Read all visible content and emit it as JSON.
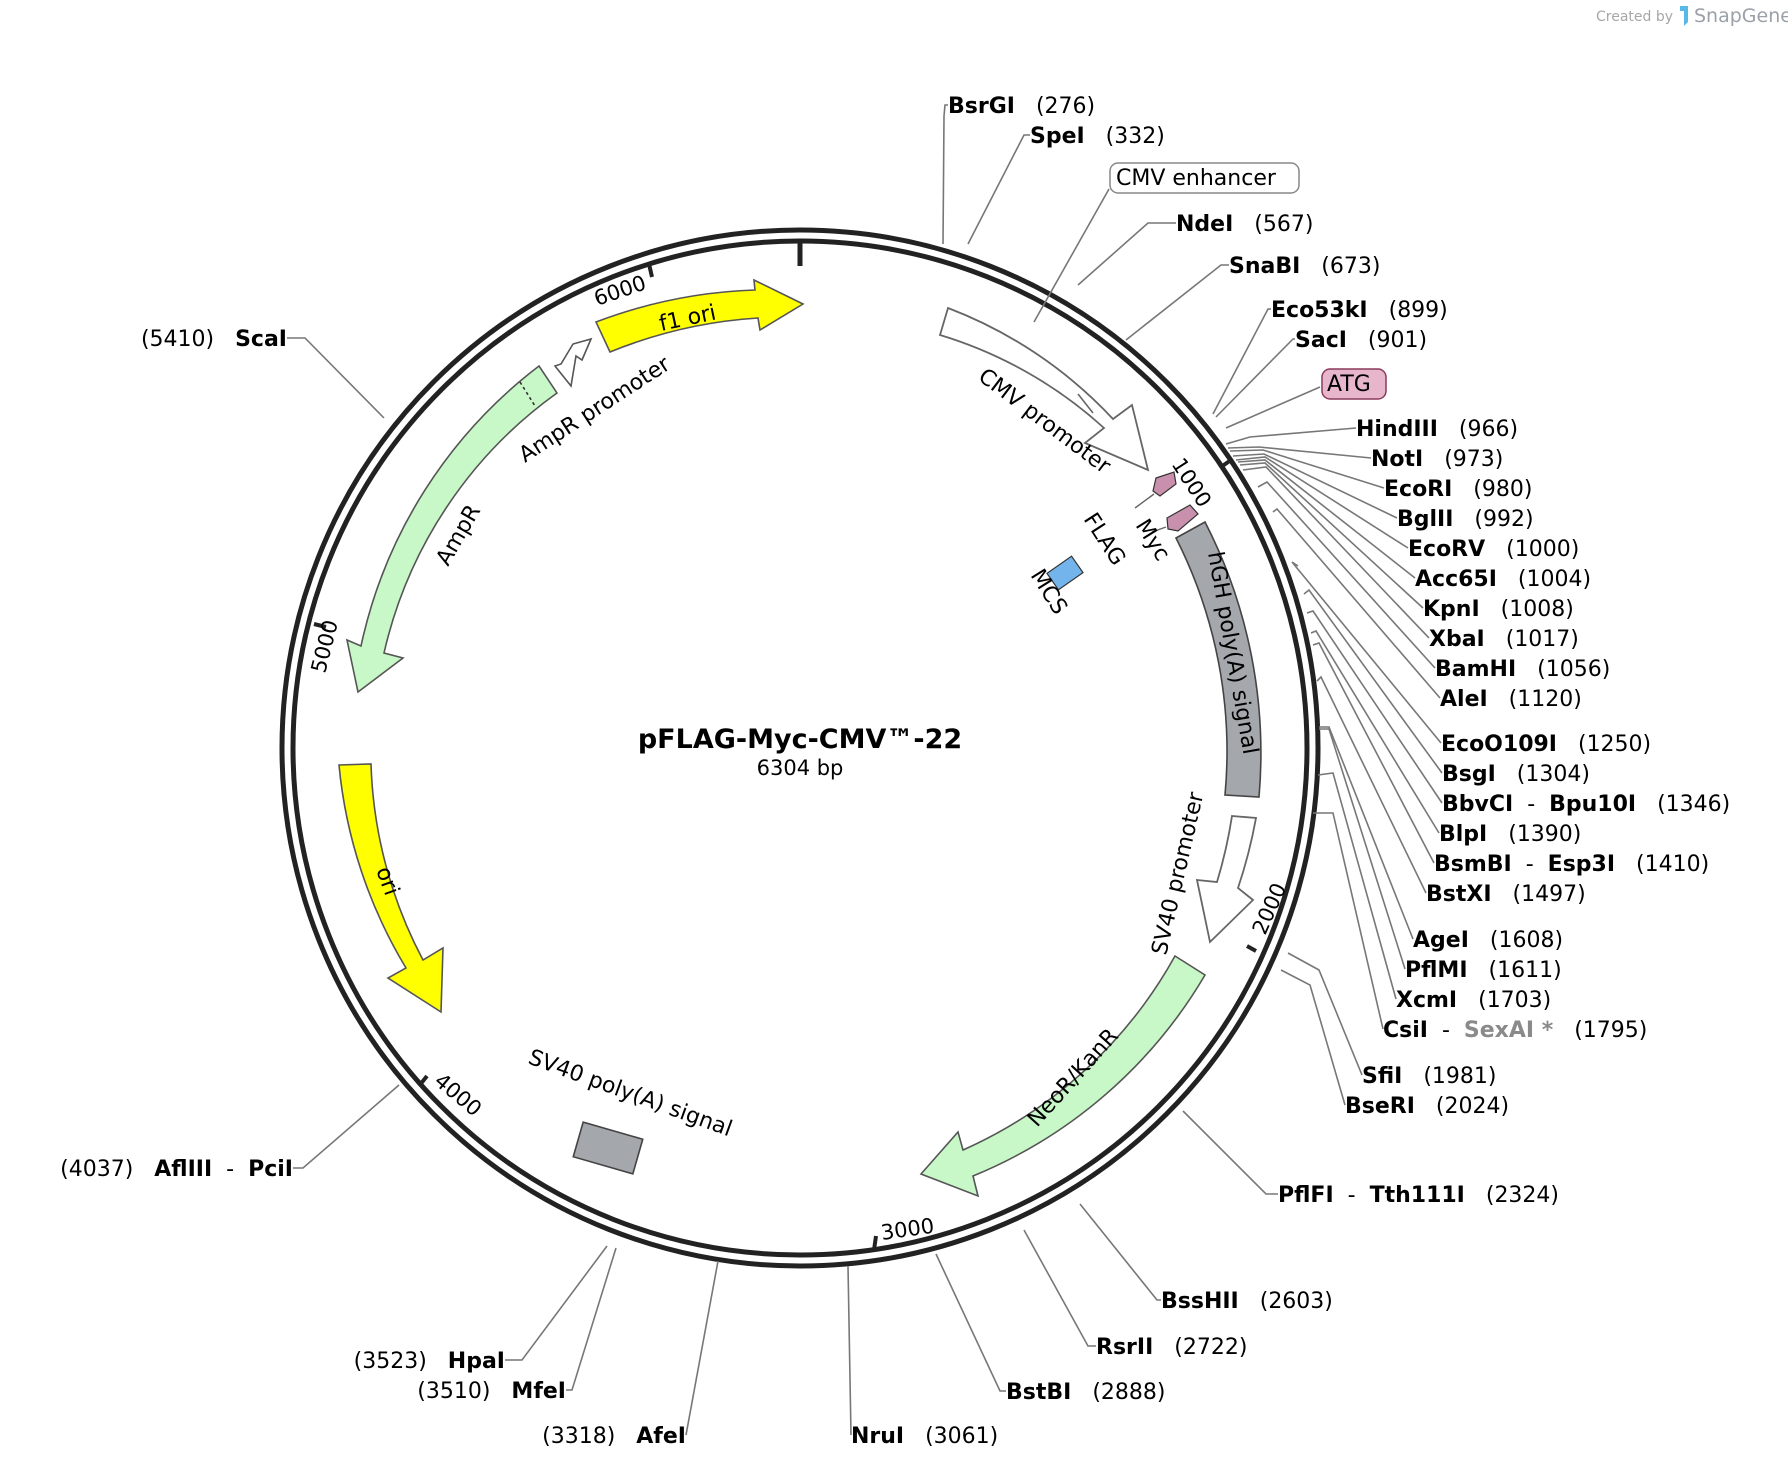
{
  "credit": {
    "text": "Created by",
    "brand": "SnapGene"
  },
  "plasmid": {
    "name": "pFLAG-Myc-CMV™-22",
    "length_label": "6304 bp",
    "length": 6304
  },
  "ticks": [
    {
      "value": 1000,
      "label": "1000"
    },
    {
      "value": 2000,
      "label": "2000"
    },
    {
      "value": 3000,
      "label": "3000"
    },
    {
      "value": 4000,
      "label": "4000"
    },
    {
      "value": 5000,
      "label": "5000"
    },
    {
      "value": 6000,
      "label": "6000"
    }
  ],
  "features": [
    {
      "id": "cmv-promoter",
      "label": "CMV promoter",
      "color": "#ffffff",
      "stroke": "#666666"
    },
    {
      "id": "flag",
      "label": "FLAG",
      "color": "#c990ad"
    },
    {
      "id": "myc",
      "label": "Myc",
      "color": "#c990ad"
    },
    {
      "id": "mcs",
      "label": "MCS",
      "color": "#74b4ec"
    },
    {
      "id": "hgh-polya",
      "label": "hGH poly(A) signal",
      "color": "#a4a7ab"
    },
    {
      "id": "sv40-promoter",
      "label": "SV40 promoter",
      "color": "#ffffff",
      "stroke": "#666666"
    },
    {
      "id": "neor-kanr",
      "label": "NeoR/KanR",
      "color": "#c8f8c8"
    },
    {
      "id": "sv40-polya",
      "label": "SV40 poly(A) signal",
      "color": "#a4a7ab"
    },
    {
      "id": "ori",
      "label": "ori",
      "color": "#ffff00"
    },
    {
      "id": "ampr",
      "label": "AmpR",
      "color": "#c8f8c8"
    },
    {
      "id": "ampr-promoter",
      "label": "AmpR promoter",
      "color": "#ffffff",
      "stroke": "#666666"
    },
    {
      "id": "f1-ori",
      "label": "f1 ori",
      "color": "#ffff00"
    }
  ],
  "callouts": [
    {
      "id": "cmv-enhancer",
      "label": "CMV enhancer",
      "fill": "#ffffff",
      "stroke": "#888888"
    },
    {
      "id": "atg",
      "label": "ATG",
      "fill": "#e8b6cc",
      "stroke": "#8b3a5c"
    }
  ],
  "sites": [
    {
      "id": "bsrgi",
      "name": "BsrGI",
      "pos": "(276)"
    },
    {
      "id": "spei",
      "name": "SpeI",
      "pos": "(332)"
    },
    {
      "id": "ndei",
      "name": "NdeI",
      "pos": "(567)"
    },
    {
      "id": "snabi",
      "name": "SnaBI",
      "pos": "(673)"
    },
    {
      "id": "eco53ki",
      "name": "Eco53kI",
      "pos": "(899)"
    },
    {
      "id": "saci",
      "name": "SacI",
      "pos": "(901)"
    },
    {
      "id": "hindiii",
      "name": "HindIII",
      "pos": "(966)"
    },
    {
      "id": "noti",
      "name": "NotI",
      "pos": "(973)"
    },
    {
      "id": "ecori",
      "name": "EcoRI",
      "pos": "(980)"
    },
    {
      "id": "bglii",
      "name": "BglII",
      "pos": "(992)"
    },
    {
      "id": "ecorv",
      "name": "EcoRV",
      "pos": "(1000)"
    },
    {
      "id": "acc65i",
      "name": "Acc65I",
      "pos": "(1004)"
    },
    {
      "id": "kpni",
      "name": "KpnI",
      "pos": "(1008)"
    },
    {
      "id": "xbai",
      "name": "XbaI",
      "pos": "(1017)"
    },
    {
      "id": "bamhi",
      "name": "BamHI",
      "pos": "(1056)"
    },
    {
      "id": "alei",
      "name": "AleI",
      "pos": "(1120)"
    },
    {
      "id": "ecoo109i",
      "name": "EcoO109I",
      "pos": "(1250)"
    },
    {
      "id": "bsgi",
      "name": "BsgI",
      "pos": "(1304)"
    },
    {
      "id": "bbvci",
      "name": "BbvCI",
      "dash": "-",
      "name2": "Bpu10I",
      "pos": "(1346)"
    },
    {
      "id": "blpi",
      "name": "BlpI",
      "pos": "(1390)"
    },
    {
      "id": "bsmbi",
      "name": "BsmBI",
      "dash": "-",
      "name2": "Esp3I",
      "pos": "(1410)"
    },
    {
      "id": "bstxi",
      "name": "BstXI",
      "pos": "(1497)"
    },
    {
      "id": "agei",
      "name": "AgeI",
      "pos": "(1608)"
    },
    {
      "id": "pflmi",
      "name": "PflMI",
      "pos": "(1611)"
    },
    {
      "id": "xcmi",
      "name": "XcmI",
      "pos": "(1703)"
    },
    {
      "id": "csii",
      "name": "CsiI",
      "dash": "-",
      "name2": "SexAI *",
      "pos": "(1795)"
    },
    {
      "id": "sfii",
      "name": "SfiI",
      "pos": "(1981)"
    },
    {
      "id": "bseri",
      "name": "BseRI",
      "pos": "(2024)"
    },
    {
      "id": "pflfi",
      "name": "PflFI",
      "dash": "-",
      "name2": "Tth111I",
      "pos": "(2324)"
    },
    {
      "id": "bsshii",
      "name": "BssHII",
      "pos": "(2603)"
    },
    {
      "id": "rsrii",
      "name": "RsrII",
      "pos": "(2722)"
    },
    {
      "id": "bstbi",
      "name": "BstBI",
      "pos": "(2888)"
    },
    {
      "id": "nrui",
      "name": "NruI",
      "pos": "(3061)"
    },
    {
      "id": "afei",
      "name": "AfeI",
      "pos": "(3318)"
    },
    {
      "id": "mfei",
      "name": "MfeI",
      "pos": "(3510)"
    },
    {
      "id": "hpai",
      "name": "HpaI",
      "pos": "(3523)"
    },
    {
      "id": "afliii",
      "name": "AflIII",
      "dash": "-",
      "name2": "PciI",
      "pos": "(4037)"
    },
    {
      "id": "scai",
      "name": "ScaI",
      "pos": "(5410)"
    }
  ]
}
